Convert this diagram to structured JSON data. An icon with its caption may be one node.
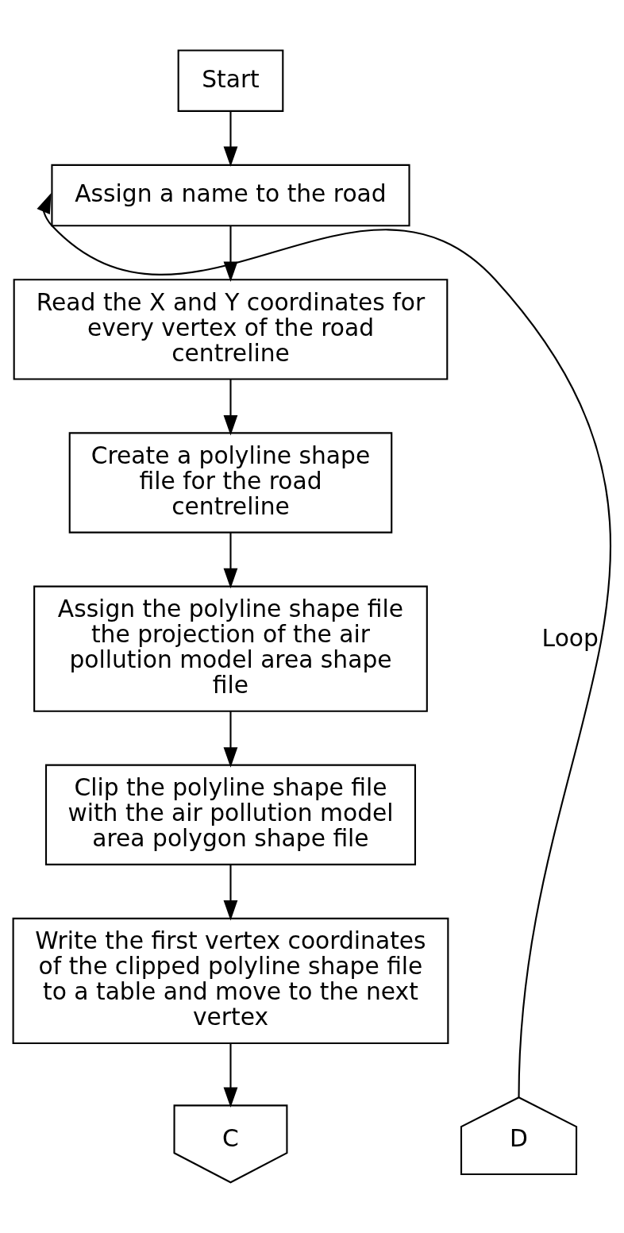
{
  "diagram": {
    "nodes": [
      {
        "text": [
          "Start"
        ]
      },
      {
        "text": [
          "Assign a name to the road"
        ]
      },
      {
        "text": [
          "Read the X and Y coordinates for every vertex of the road centreline"
        ]
      },
      {
        "text": [
          "Create a polyline shape file for the road centreline"
        ]
      },
      {
        "text": [
          "Assign the polyline shape file the projection of the air pollution model area shape file"
        ]
      },
      {
        "text": [
          "Clip the polyline shape file with the air pollution model area polygon shape file"
        ]
      },
      {
        "text": [
          "Write the first vertex coordinates of the clipped polyline shape file to a table and move to the next vertex"
        ]
      },
      {
        "text": [
          "C"
        ]
      },
      {
        "text": [
          "D"
        ]
      }
    ],
    "edges": [
      {
        "from": 0,
        "to": 1,
        "arrow": "to"
      },
      {
        "from": 1,
        "to": 2,
        "arrow": "to"
      },
      {
        "from": 2,
        "to": 3,
        "arrow": "to"
      },
      {
        "from": 3,
        "to": 4,
        "arrow": "to"
      },
      {
        "from": 4,
        "to": 5,
        "arrow": "to"
      },
      {
        "from": 5,
        "to": 6,
        "arrow": "to"
      },
      {
        "from": 6,
        "to": 7,
        "arrow": "to"
      },
      {
        "from": 8,
        "to": 1,
        "arrow": "to",
        "label": "Loop"
      }
    ]
  }
}
